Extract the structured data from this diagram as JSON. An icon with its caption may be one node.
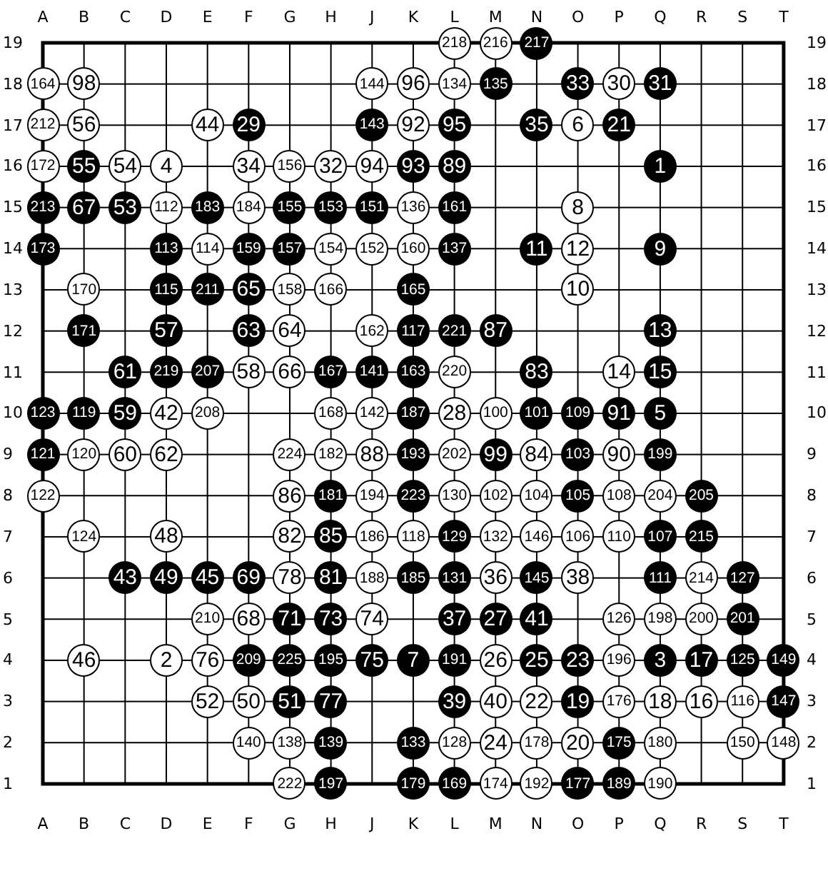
{
  "diagram": {
    "nodes": [
      {
        "text": [
          "218"
        ]
      },
      {
        "text": [
          "216"
        ]
      },
      {
        "text": [
          "217"
        ]
      },
      {
        "text": [
          "164"
        ]
      },
      {
        "text": [
          "98"
        ]
      },
      {
        "text": [
          "144"
        ]
      },
      {
        "text": [
          "96"
        ]
      },
      {
        "text": [
          "134"
        ]
      },
      {
        "text": [
          "135"
        ]
      },
      {
        "text": [
          "33"
        ]
      },
      {
        "text": [
          "30"
        ]
      },
      {
        "text": [
          "31"
        ]
      },
      {
        "text": [
          "212"
        ]
      },
      {
        "text": [
          "56"
        ]
      },
      {
        "text": [
          "44"
        ]
      },
      {
        "text": [
          "29"
        ]
      },
      {
        "text": [
          "143"
        ]
      },
      {
        "text": [
          "92"
        ]
      },
      {
        "text": [
          "95"
        ]
      },
      {
        "text": [
          "35"
        ]
      },
      {
        "text": [
          "6"
        ]
      },
      {
        "text": [
          "21"
        ]
      },
      {
        "text": [
          "172"
        ]
      },
      {
        "text": [
          "55"
        ]
      },
      {
        "text": [
          "54"
        ]
      },
      {
        "text": [
          "4"
        ]
      },
      {
        "text": [
          "34"
        ]
      },
      {
        "text": [
          "156"
        ]
      },
      {
        "text": [
          "32"
        ]
      },
      {
        "text": [
          "94"
        ]
      },
      {
        "text": [
          "93"
        ]
      },
      {
        "text": [
          "89"
        ]
      },
      {
        "text": [
          "1"
        ]
      },
      {
        "text": [
          "213"
        ]
      },
      {
        "text": [
          "67"
        ]
      },
      {
        "text": [
          "53"
        ]
      },
      {
        "text": [
          "112"
        ]
      },
      {
        "text": [
          "183"
        ]
      },
      {
        "text": [
          "184"
        ]
      },
      {
        "text": [
          "155"
        ]
      },
      {
        "text": [
          "153"
        ]
      },
      {
        "text": [
          "151"
        ]
      },
      {
        "text": [
          "136"
        ]
      },
      {
        "text": [
          "161"
        ]
      },
      {
        "text": [
          "8"
        ]
      },
      {
        "text": [
          "173"
        ]
      },
      {
        "text": [
          "113"
        ]
      },
      {
        "text": [
          "114"
        ]
      },
      {
        "text": [
          "159"
        ]
      },
      {
        "text": [
          "157"
        ]
      },
      {
        "text": [
          "154"
        ]
      },
      {
        "text": [
          "152"
        ]
      },
      {
        "text": [
          "160"
        ]
      },
      {
        "text": [
          "137"
        ]
      },
      {
        "text": [
          "11"
        ]
      },
      {
        "text": [
          "12"
        ]
      },
      {
        "text": [
          "9"
        ]
      },
      {
        "text": [
          "170"
        ]
      },
      {
        "text": [
          "115"
        ]
      },
      {
        "text": [
          "211"
        ]
      },
      {
        "text": [
          "65"
        ]
      },
      {
        "text": [
          "158"
        ]
      },
      {
        "text": [
          "166"
        ]
      },
      {
        "text": [
          "165"
        ]
      },
      {
        "text": [
          "10"
        ]
      },
      {
        "text": [
          "171"
        ]
      },
      {
        "text": [
          "57"
        ]
      },
      {
        "text": [
          "63"
        ]
      },
      {
        "text": [
          "64"
        ]
      },
      {
        "text": [
          "162"
        ]
      },
      {
        "text": [
          "117"
        ]
      },
      {
        "text": [
          "221"
        ]
      },
      {
        "text": [
          "87"
        ]
      },
      {
        "text": [
          "13"
        ]
      },
      {
        "text": [
          "61"
        ]
      },
      {
        "text": [
          "219"
        ]
      },
      {
        "text": [
          "207"
        ]
      },
      {
        "text": [
          "58"
        ]
      },
      {
        "text": [
          "66"
        ]
      },
      {
        "text": [
          "167"
        ]
      },
      {
        "text": [
          "141"
        ]
      },
      {
        "text": [
          "163"
        ]
      },
      {
        "text": [
          "220"
        ]
      },
      {
        "text": [
          "83"
        ]
      },
      {
        "text": [
          "14"
        ]
      },
      {
        "text": [
          "15"
        ]
      },
      {
        "text": [
          "123"
        ]
      },
      {
        "text": [
          "119"
        ]
      },
      {
        "text": [
          "59"
        ]
      },
      {
        "text": [
          "42"
        ]
      },
      {
        "text": [
          "208"
        ]
      },
      {
        "text": [
          "168"
        ]
      },
      {
        "text": [
          "142"
        ]
      },
      {
        "text": [
          "187"
        ]
      },
      {
        "text": [
          "28"
        ]
      },
      {
        "text": [
          "100"
        ]
      },
      {
        "text": [
          "101"
        ]
      },
      {
        "text": [
          "109"
        ]
      },
      {
        "text": [
          "91"
        ]
      },
      {
        "text": [
          "5"
        ]
      },
      {
        "text": [
          "121"
        ]
      },
      {
        "text": [
          "120"
        ]
      },
      {
        "text": [
          "60"
        ]
      },
      {
        "text": [
          "62"
        ]
      },
      {
        "text": [
          "224"
        ]
      },
      {
        "text": [
          "182"
        ]
      },
      {
        "text": [
          "88"
        ]
      },
      {
        "text": [
          "193"
        ]
      },
      {
        "text": [
          "202"
        ]
      },
      {
        "text": [
          "99"
        ]
      },
      {
        "text": [
          "84"
        ]
      },
      {
        "text": [
          "103"
        ]
      },
      {
        "text": [
          "90"
        ]
      },
      {
        "text": [
          "199"
        ]
      },
      {
        "text": [
          "122"
        ]
      },
      {
        "text": [
          "86"
        ]
      },
      {
        "text": [
          "181"
        ]
      },
      {
        "text": [
          "194"
        ]
      },
      {
        "text": [
          "223"
        ]
      },
      {
        "text": [
          "130"
        ]
      },
      {
        "text": [
          "102"
        ]
      },
      {
        "text": [
          "104"
        ]
      },
      {
        "text": [
          "105"
        ]
      },
      {
        "text": [
          "108"
        ]
      },
      {
        "text": [
          "204"
        ]
      },
      {
        "text": [
          "205"
        ]
      },
      {
        "text": [
          "124"
        ]
      },
      {
        "text": [
          "48"
        ]
      },
      {
        "text": [
          "82"
        ]
      },
      {
        "text": [
          "85"
        ]
      },
      {
        "text": [
          "186"
        ]
      },
      {
        "text": [
          "118"
        ]
      },
      {
        "text": [
          "129"
        ]
      },
      {
        "text": [
          "132"
        ]
      },
      {
        "text": [
          "146"
        ]
      },
      {
        "text": [
          "106"
        ]
      },
      {
        "text": [
          "110"
        ]
      },
      {
        "text": [
          "107"
        ]
      },
      {
        "text": [
          "215"
        ]
      },
      {
        "text": [
          "43"
        ]
      },
      {
        "text": [
          "49"
        ]
      },
      {
        "text": [
          "45"
        ]
      },
      {
        "text": [
          "69"
        ]
      },
      {
        "text": [
          "78"
        ]
      },
      {
        "text": [
          "81"
        ]
      },
      {
        "text": [
          "188"
        ]
      },
      {
        "text": [
          "185"
        ]
      },
      {
        "text": [
          "131"
        ]
      },
      {
        "text": [
          "36"
        ]
      },
      {
        "text": [
          "145"
        ]
      },
      {
        "text": [
          "38"
        ]
      },
      {
        "text": [
          "111"
        ]
      },
      {
        "text": [
          "214"
        ]
      },
      {
        "text": [
          "127"
        ]
      },
      {
        "text": [
          "210"
        ]
      },
      {
        "text": [
          "68"
        ]
      },
      {
        "text": [
          "71"
        ]
      },
      {
        "text": [
          "73"
        ]
      },
      {
        "text": [
          "74"
        ]
      },
      {
        "text": [
          "37"
        ]
      },
      {
        "text": [
          "27"
        ]
      },
      {
        "text": [
          "41"
        ]
      },
      {
        "text": [
          "126"
        ]
      },
      {
        "text": [
          "198"
        ]
      },
      {
        "text": [
          "200"
        ]
      },
      {
        "text": [
          "201"
        ]
      },
      {
        "text": [
          "46"
        ]
      },
      {
        "text": [
          "2"
        ]
      },
      {
        "text": [
          "76"
        ]
      },
      {
        "text": [
          "209"
        ]
      },
      {
        "text": [
          "225"
        ]
      },
      {
        "text": [
          "195"
        ]
      },
      {
        "text": [
          "75"
        ]
      },
      {
        "text": [
          "7"
        ]
      },
      {
        "text": [
          "191"
        ]
      },
      {
        "text": [
          "26"
        ]
      },
      {
        "text": [
          "25"
        ]
      },
      {
        "text": [
          "23"
        ]
      },
      {
        "text": [
          "196"
        ]
      },
      {
        "text": [
          "3"
        ]
      },
      {
        "text": [
          "17"
        ]
      },
      {
        "text": [
          "125"
        ]
      },
      {
        "text": [
          "149"
        ]
      },
      {
        "text": [
          "52"
        ]
      },
      {
        "text": [
          "50"
        ]
      },
      {
        "text": [
          "51"
        ]
      },
      {
        "text": [
          "77"
        ]
      },
      {
        "text": [
          "39"
        ]
      },
      {
        "text": [
          "40"
        ]
      },
      {
        "text": [
          "22"
        ]
      },
      {
        "text": [
          "19"
        ]
      },
      {
        "text": [
          "176"
        ]
      },
      {
        "text": [
          "18"
        ]
      },
      {
        "text": [
          "16"
        ]
      },
      {
        "text": [
          "116"
        ]
      },
      {
        "text": [
          "147"
        ]
      },
      {
        "text": [
          "140"
        ]
      },
      {
        "text": [
          "138"
        ]
      },
      {
        "text": [
          "139"
        ]
      },
      {
        "text": [
          "133"
        ]
      },
      {
        "text": [
          "128"
        ]
      },
      {
        "text": [
          "24"
        ]
      },
      {
        "text": [
          "178"
        ]
      },
      {
        "text": [
          "20"
        ]
      },
      {
        "text": [
          "175"
        ]
      },
      {
        "text": [
          "180"
        ]
      },
      {
        "text": [
          "150"
        ]
      },
      {
        "text": [
          "148"
        ]
      },
      {
        "text": [
          "222"
        ]
      },
      {
        "text": [
          "197"
        ]
      },
      {
        "text": [
          "179"
        ]
      },
      {
        "text": [
          "169"
        ]
      },
      {
        "text": [
          "174"
        ]
      },
      {
        "text": [
          "192"
        ]
      },
      {
        "text": [
          "177"
        ]
      },
      {
        "text": [
          "189"
        ]
      },
      {
        "text": [
          "190"
        ]
      }
    ],
    "labels": [
      "A",
      "B",
      "C",
      "D",
      "E",
      "F",
      "G",
      "H",
      "J",
      "K",
      "L",
      "M",
      "N",
      "O",
      "P",
      "Q",
      "R",
      "S",
      "T",
      "19",
      "19",
      "18",
      "18",
      "17",
      "17",
      "16",
      "16",
      "15",
      "15",
      "14",
      "14",
      "13",
      "13",
      "12",
      "12",
      "11",
      "11",
      "10",
      "10",
      "9",
      "9",
      "8",
      "8",
      "7",
      "7",
      "6",
      "6",
      "5",
      "5",
      "4",
      "4",
      "3",
      "3",
      "2",
      "2",
      "1",
      "1",
      "A",
      "B",
      "C",
      "D",
      "E",
      "F",
      "G",
      "H",
      "J",
      "K",
      "L",
      "M",
      "N",
      "O",
      "P",
      "Q",
      "R",
      "S",
      "T"
    ]
  }
}
